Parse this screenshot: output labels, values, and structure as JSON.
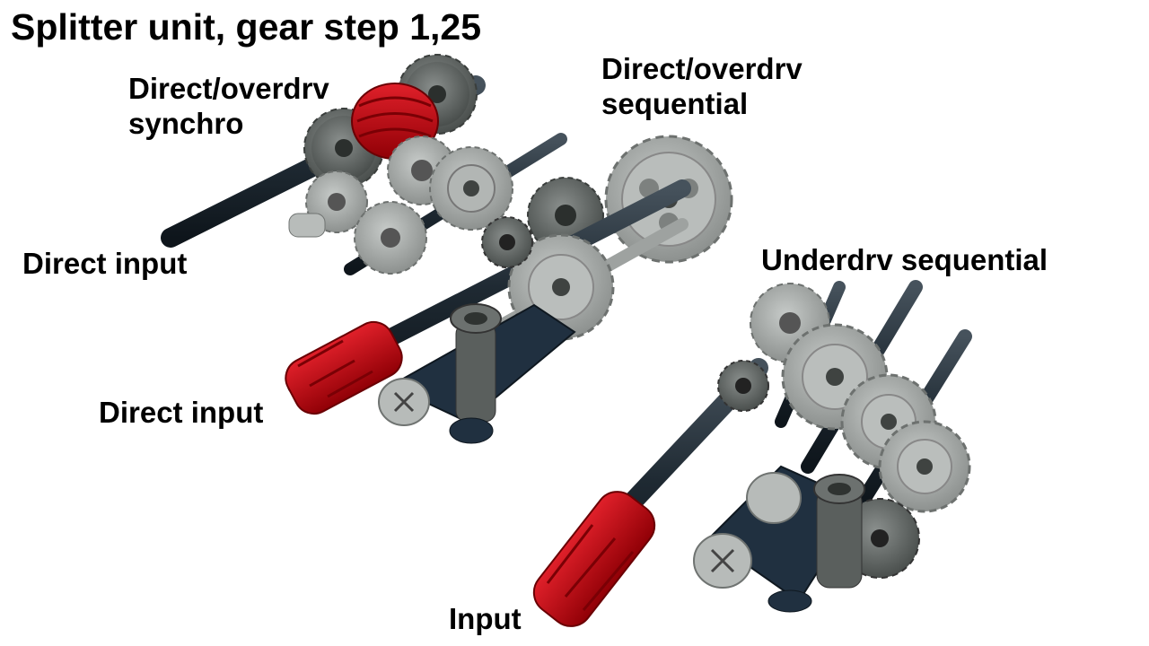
{
  "title": "Splitter unit, gear step 1,25",
  "labels": {
    "synchro": [
      "Direct/overdrv",
      "synchro"
    ],
    "seq_overdrive": [
      "Direct/overdrv",
      "sequential"
    ],
    "direct_input_upper": "Direct input",
    "direct_input_lower": "Direct input",
    "underdrv_seq": "Underdrv sequential",
    "input": "Input"
  },
  "colors": {
    "axle": "#1f2a33",
    "gear_light": "#a3a7a5",
    "gear_dark": "#5f6462",
    "red_part": "#c4000a",
    "beam": "#203040"
  }
}
